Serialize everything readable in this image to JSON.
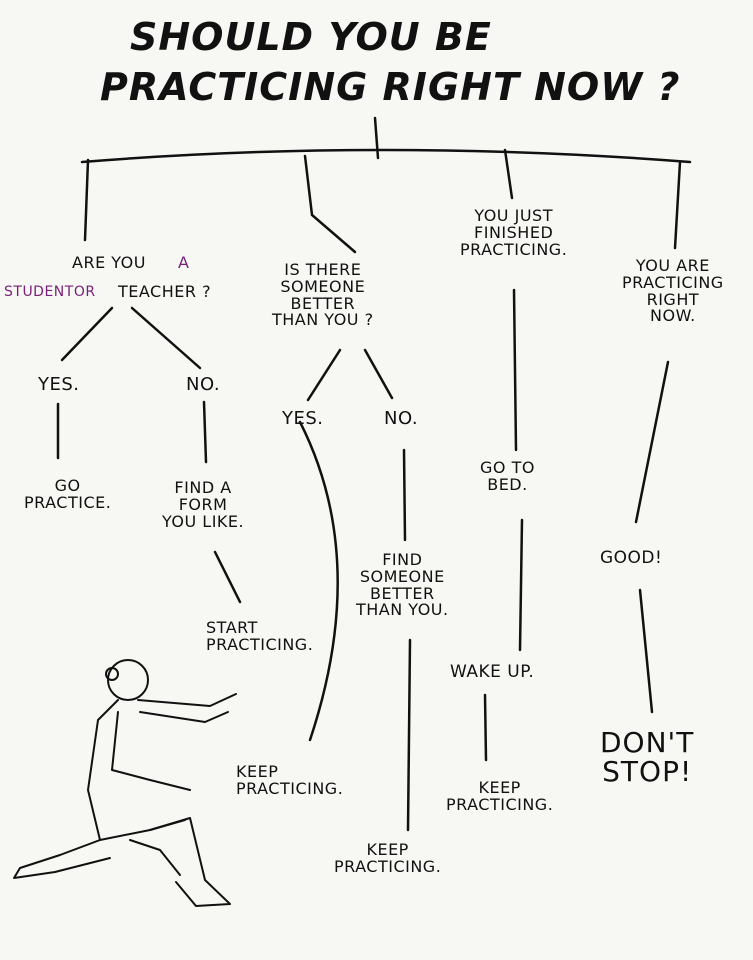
{
  "title": {
    "line1": "SHOULD YOU BE",
    "line2": "PRACTICING RIGHT NOW ?"
  },
  "branches": {
    "student_teacher": {
      "question_start": "ARE YOU",
      "question_added_a": "A",
      "question_added_student_or": "STUDENTOR",
      "question_end": "TEACHER ?",
      "yes": "YES.",
      "yes_result": "GO\nPRACTICE.",
      "no": "NO.",
      "no_result": "FIND A\nFORM\nYOU LIKE.",
      "no_result_2": "START\nPRACTICING."
    },
    "someone_better": {
      "question": "IS THERE\nSOMEONE\nBETTER\nTHAN YOU ?",
      "yes": "YES.",
      "yes_result": "KEEP\nPRACTICING.",
      "no": "NO.",
      "no_result": "FIND\nSOMEONE\nBETTER\nTHAN YOU.",
      "no_result_2": "KEEP\nPRACTICING."
    },
    "just_finished": {
      "question": "YOU JUST\nFINISHED\nPRACTICING.",
      "step1": "GO TO\nBED.",
      "step2": "WAKE UP.",
      "step3": "KEEP\nPRACTICING."
    },
    "practicing_now": {
      "question": "YOU ARE\nPRACTICING\nRIGHT\nNOW.",
      "step1": "GOOD!",
      "step2": "DON'T\nSTOP!"
    }
  },
  "colors": {
    "ink": "#111111",
    "annotation_purple": "#7a1f7a",
    "paper": "#f7f7f4"
  }
}
